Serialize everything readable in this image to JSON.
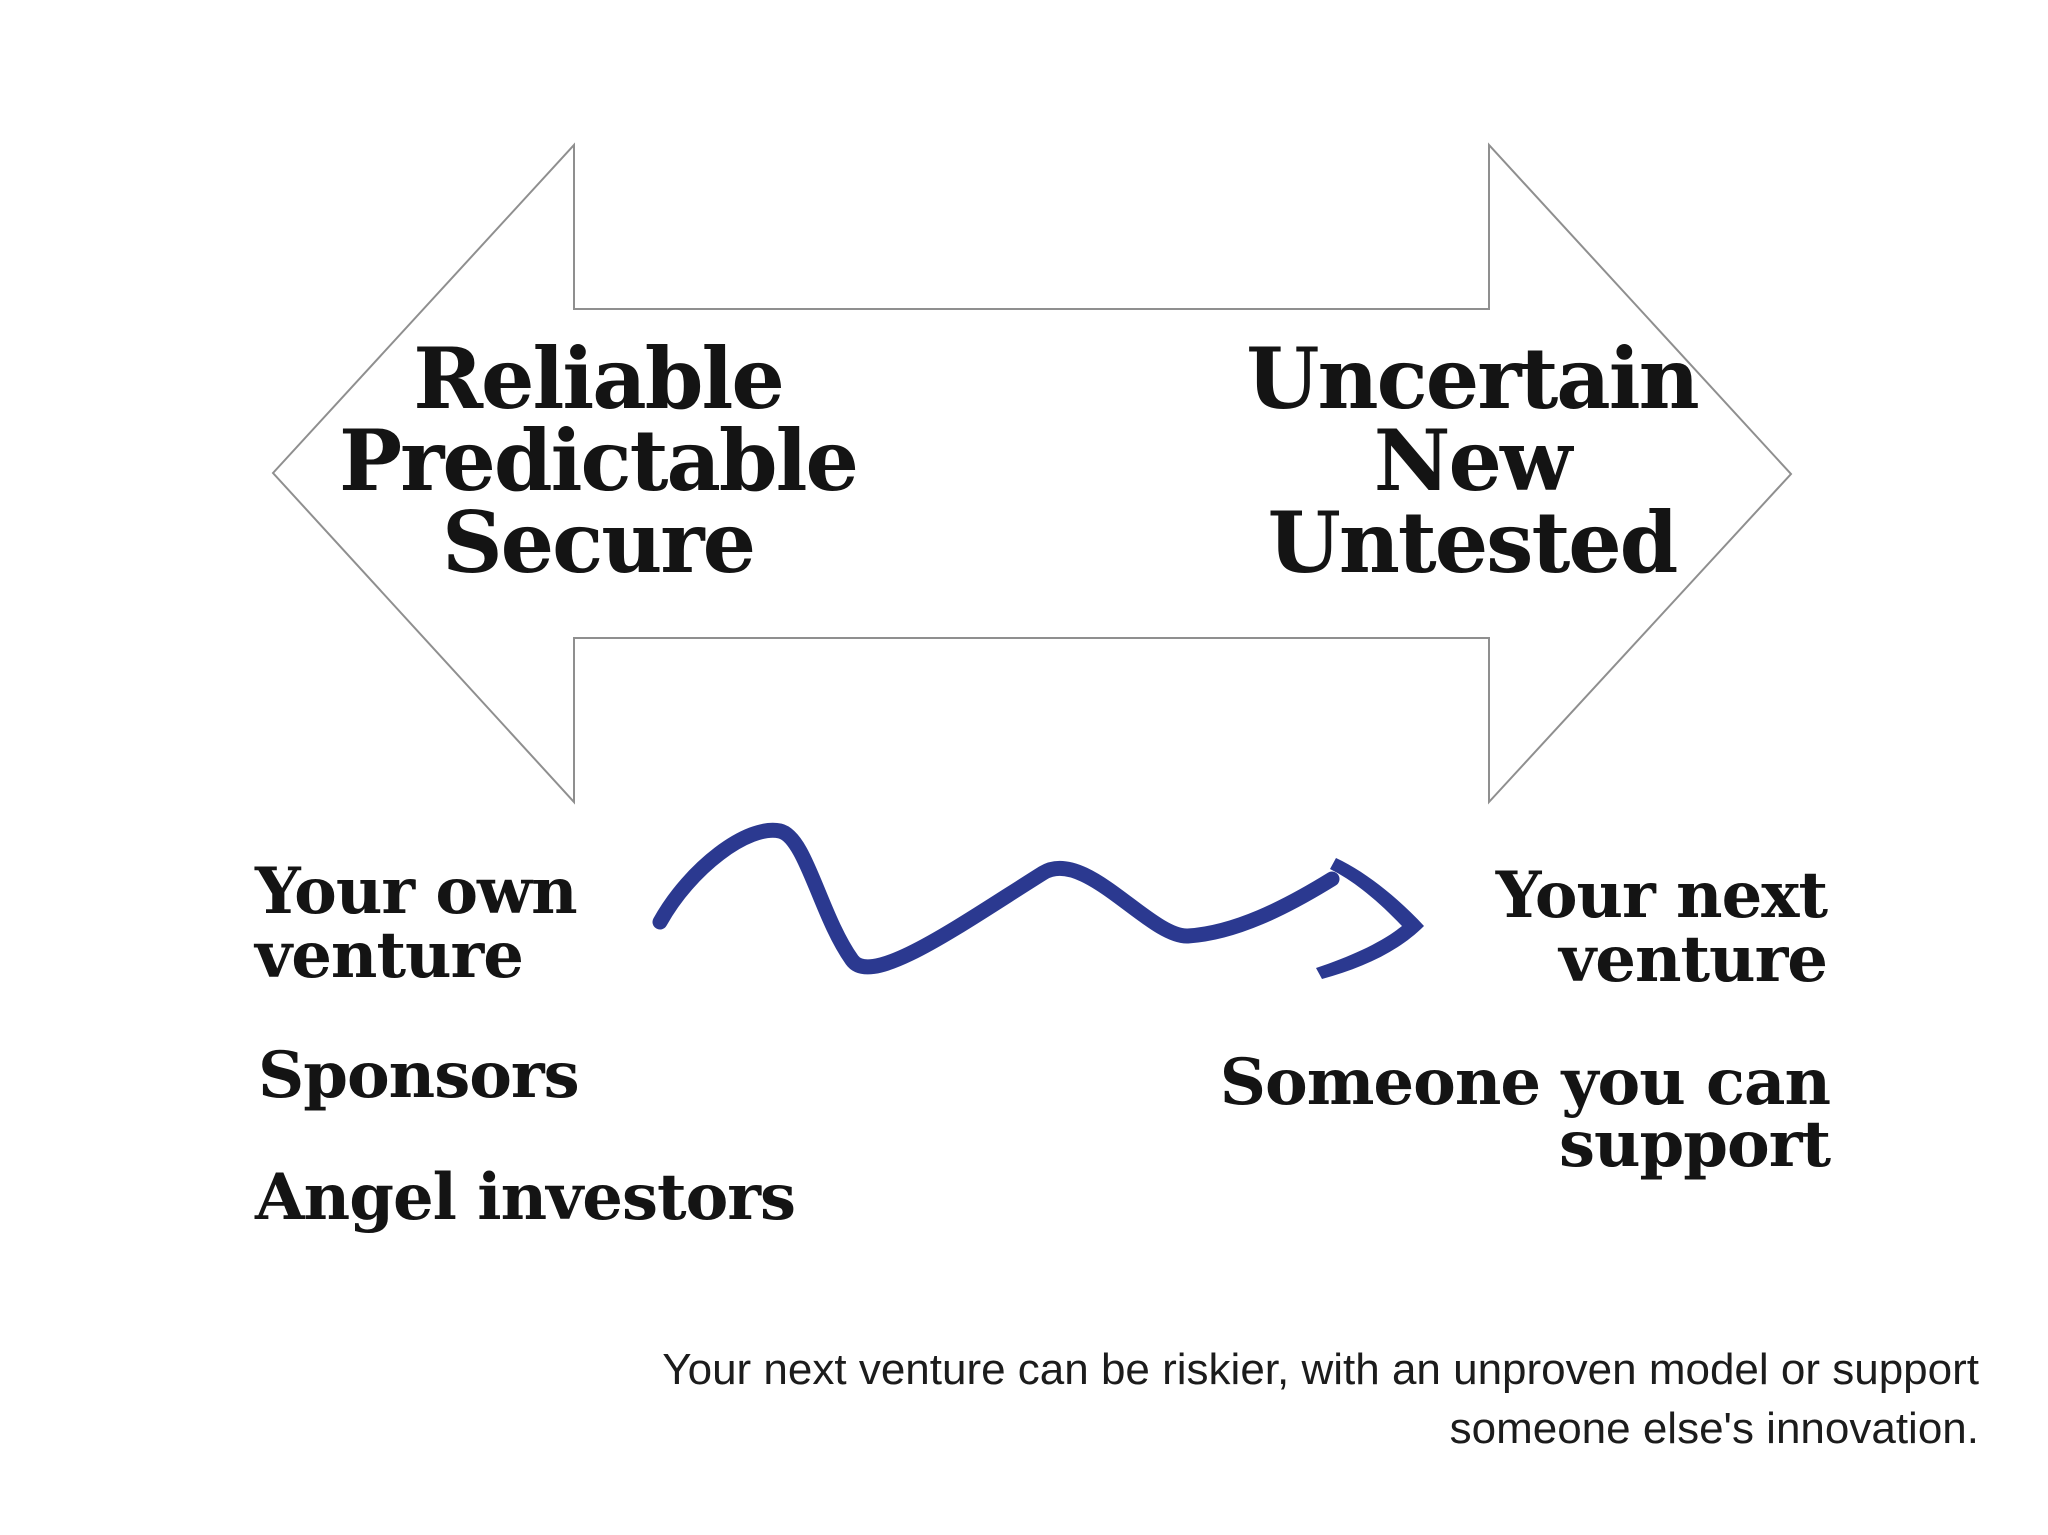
{
  "diagram": {
    "spectrum_arrow": {
      "left_label_lines": [
        "Reliable",
        "Predictable",
        "Secure"
      ],
      "right_label_lines": [
        "Uncertain",
        "New",
        "Untested"
      ],
      "outline_color": "#8f8f8f",
      "fill_color": "#ffffff"
    },
    "left_column": {
      "venture_line1": "Your own",
      "venture_line2": "venture",
      "sponsors": "Sponsors",
      "angel_investors": "Angel investors"
    },
    "right_column": {
      "venture_line1": "Your next",
      "venture_line2": "venture",
      "someone_line1": "Someone you can",
      "someone_line2": "support"
    },
    "squiggle_arrow_color": "#2b3990",
    "caption": {
      "line1": "Your next venture can be riskier, with an unproven model or support",
      "line2": "someone else's innovation."
    },
    "text_color": "#141414"
  }
}
